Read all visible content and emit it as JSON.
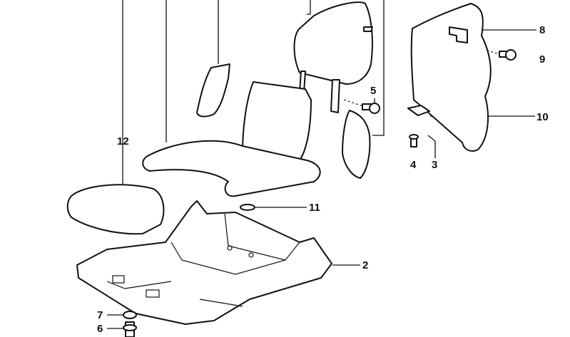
{
  "diagram": {
    "callouts": {
      "c2": "2",
      "c3": "3",
      "c4": "4",
      "c5": "5",
      "c6": "6",
      "c7": "7",
      "c8": "8",
      "c9": "9",
      "c10": "10",
      "c11": "11",
      "c12": "12"
    }
  }
}
